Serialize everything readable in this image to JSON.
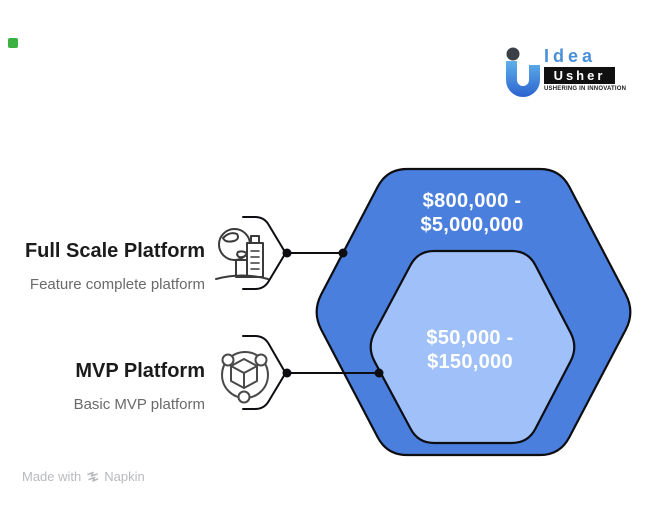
{
  "brand": {
    "name_top": "Idea",
    "name_bottom": "Usher",
    "tagline": "USHERING IN INNOVATION",
    "blue": "#4a90d9",
    "dot_color": "#3a4046"
  },
  "hexagons": {
    "stroke": "#0d0d12",
    "outer": {
      "value_line1": "$800,000 -",
      "value_line2": "$5,000,000",
      "fill": "#4a7fdd"
    },
    "inner": {
      "value_line1": "$50,000 -",
      "value_line2": "$150,000",
      "fill": "#9fc0f8"
    }
  },
  "entries": [
    {
      "title": "Full Scale Platform",
      "subtitle": "Feature complete platform",
      "icon": "globe-city-icon",
      "maps_to": "outer hexagon $800,000 - $5,000,000"
    },
    {
      "title": "MVP Platform",
      "subtitle": "Basic MVP platform",
      "icon": "cube-network-icon",
      "maps_to": "inner hexagon $50,000 - $150,000"
    }
  ],
  "footer": {
    "made_with": "Made with",
    "brand": "Napkin"
  },
  "marker": {
    "color": "#3bb143"
  }
}
